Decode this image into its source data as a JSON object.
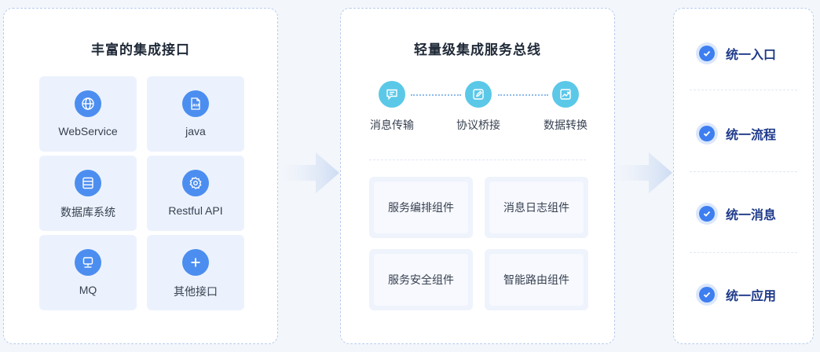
{
  "left": {
    "title": "丰富的集成接口",
    "tiles": [
      {
        "label": "WebService",
        "icon": "globe-icon"
      },
      {
        "label": "java",
        "icon": "java-file-icon"
      },
      {
        "label": "数据库系统",
        "icon": "database-icon"
      },
      {
        "label": "Restful API",
        "icon": "api-gear-icon"
      },
      {
        "label": "MQ",
        "icon": "server-icon"
      },
      {
        "label": "其他接口",
        "icon": "plus-icon"
      }
    ]
  },
  "middle": {
    "title": "轻量级集成服务总线",
    "flow": [
      {
        "label": "消息传输",
        "icon": "message-icon"
      },
      {
        "label": "协议桥接",
        "icon": "edit-icon"
      },
      {
        "label": "数据转换",
        "icon": "trend-chart-icon"
      }
    ],
    "components": [
      "服务编排组件",
      "消息日志组件",
      "服务安全组件",
      "智能路由组件"
    ]
  },
  "right": {
    "items": [
      "统一入口",
      "统一流程",
      "统一消息",
      "统一应用"
    ]
  },
  "colors": {
    "accent": "#4c8ef0",
    "flow": "#5bc8e8",
    "check": "#3d7ef0",
    "check_text": "#1e3a8a"
  }
}
